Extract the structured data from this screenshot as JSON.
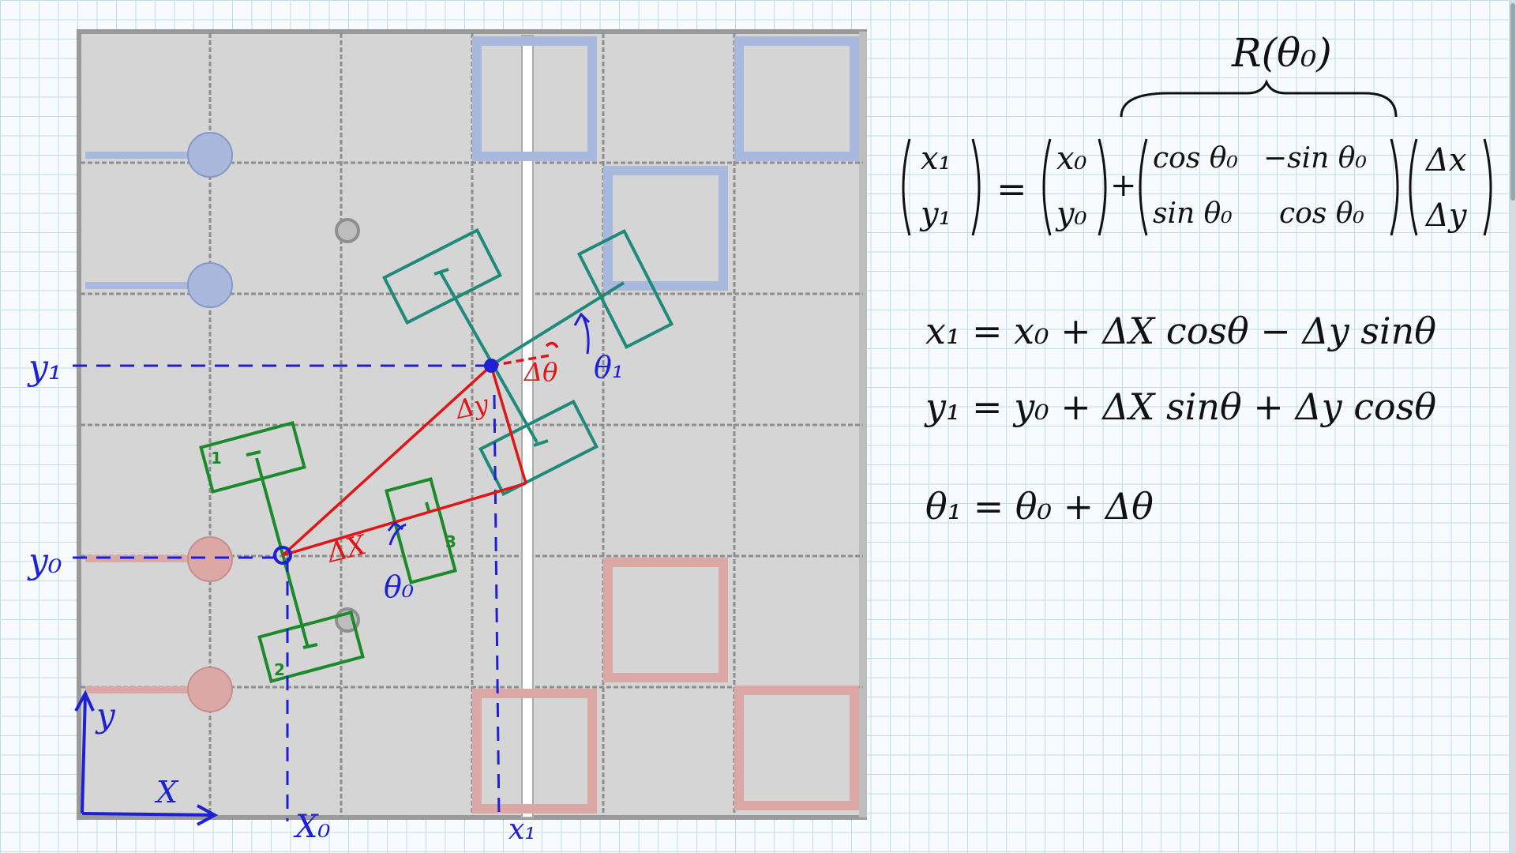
{
  "field": {
    "axis_x_label": "X",
    "axis_y_label": "y",
    "x0_label": "X₀",
    "x1_label": "x₁",
    "y0_label": "y₀",
    "y1_label": "y₁",
    "dx_label": "ΔX",
    "dy_label": "Δy",
    "dtheta_label": "Δθ",
    "theta0_label": "θ₀",
    "theta1_label": "θ₁",
    "wheel_labels": [
      "1",
      "2",
      "3"
    ]
  },
  "equations": {
    "rotation_label": "R(θ₀)",
    "matrix": {
      "lhs": [
        "x₁",
        "y₁"
      ],
      "eq": "=",
      "origin": [
        "x₀",
        "y₀"
      ],
      "plus": "+",
      "rot_row1": [
        "cos θ₀",
        "−sin θ₀"
      ],
      "rot_row2": [
        "sin θ₀",
        "cos θ₀"
      ],
      "delta": [
        "Δx",
        "Δy"
      ]
    },
    "line1": "x₁ = x₀ + ΔX cosθ − Δy sinθ",
    "line2": "y₁ = y₀ + ΔX sinθ + Δy cosθ",
    "line3": "θ₁ = θ₀ + Δθ"
  },
  "colors": {
    "blue": "#1f1fd6",
    "red": "#e01515",
    "green": "#1a8a2a",
    "teal": "#1f8a7a",
    "field_gray": "#d4d4d4",
    "blue_tile": "#a9b9de",
    "red_tile": "#dba8a6"
  }
}
